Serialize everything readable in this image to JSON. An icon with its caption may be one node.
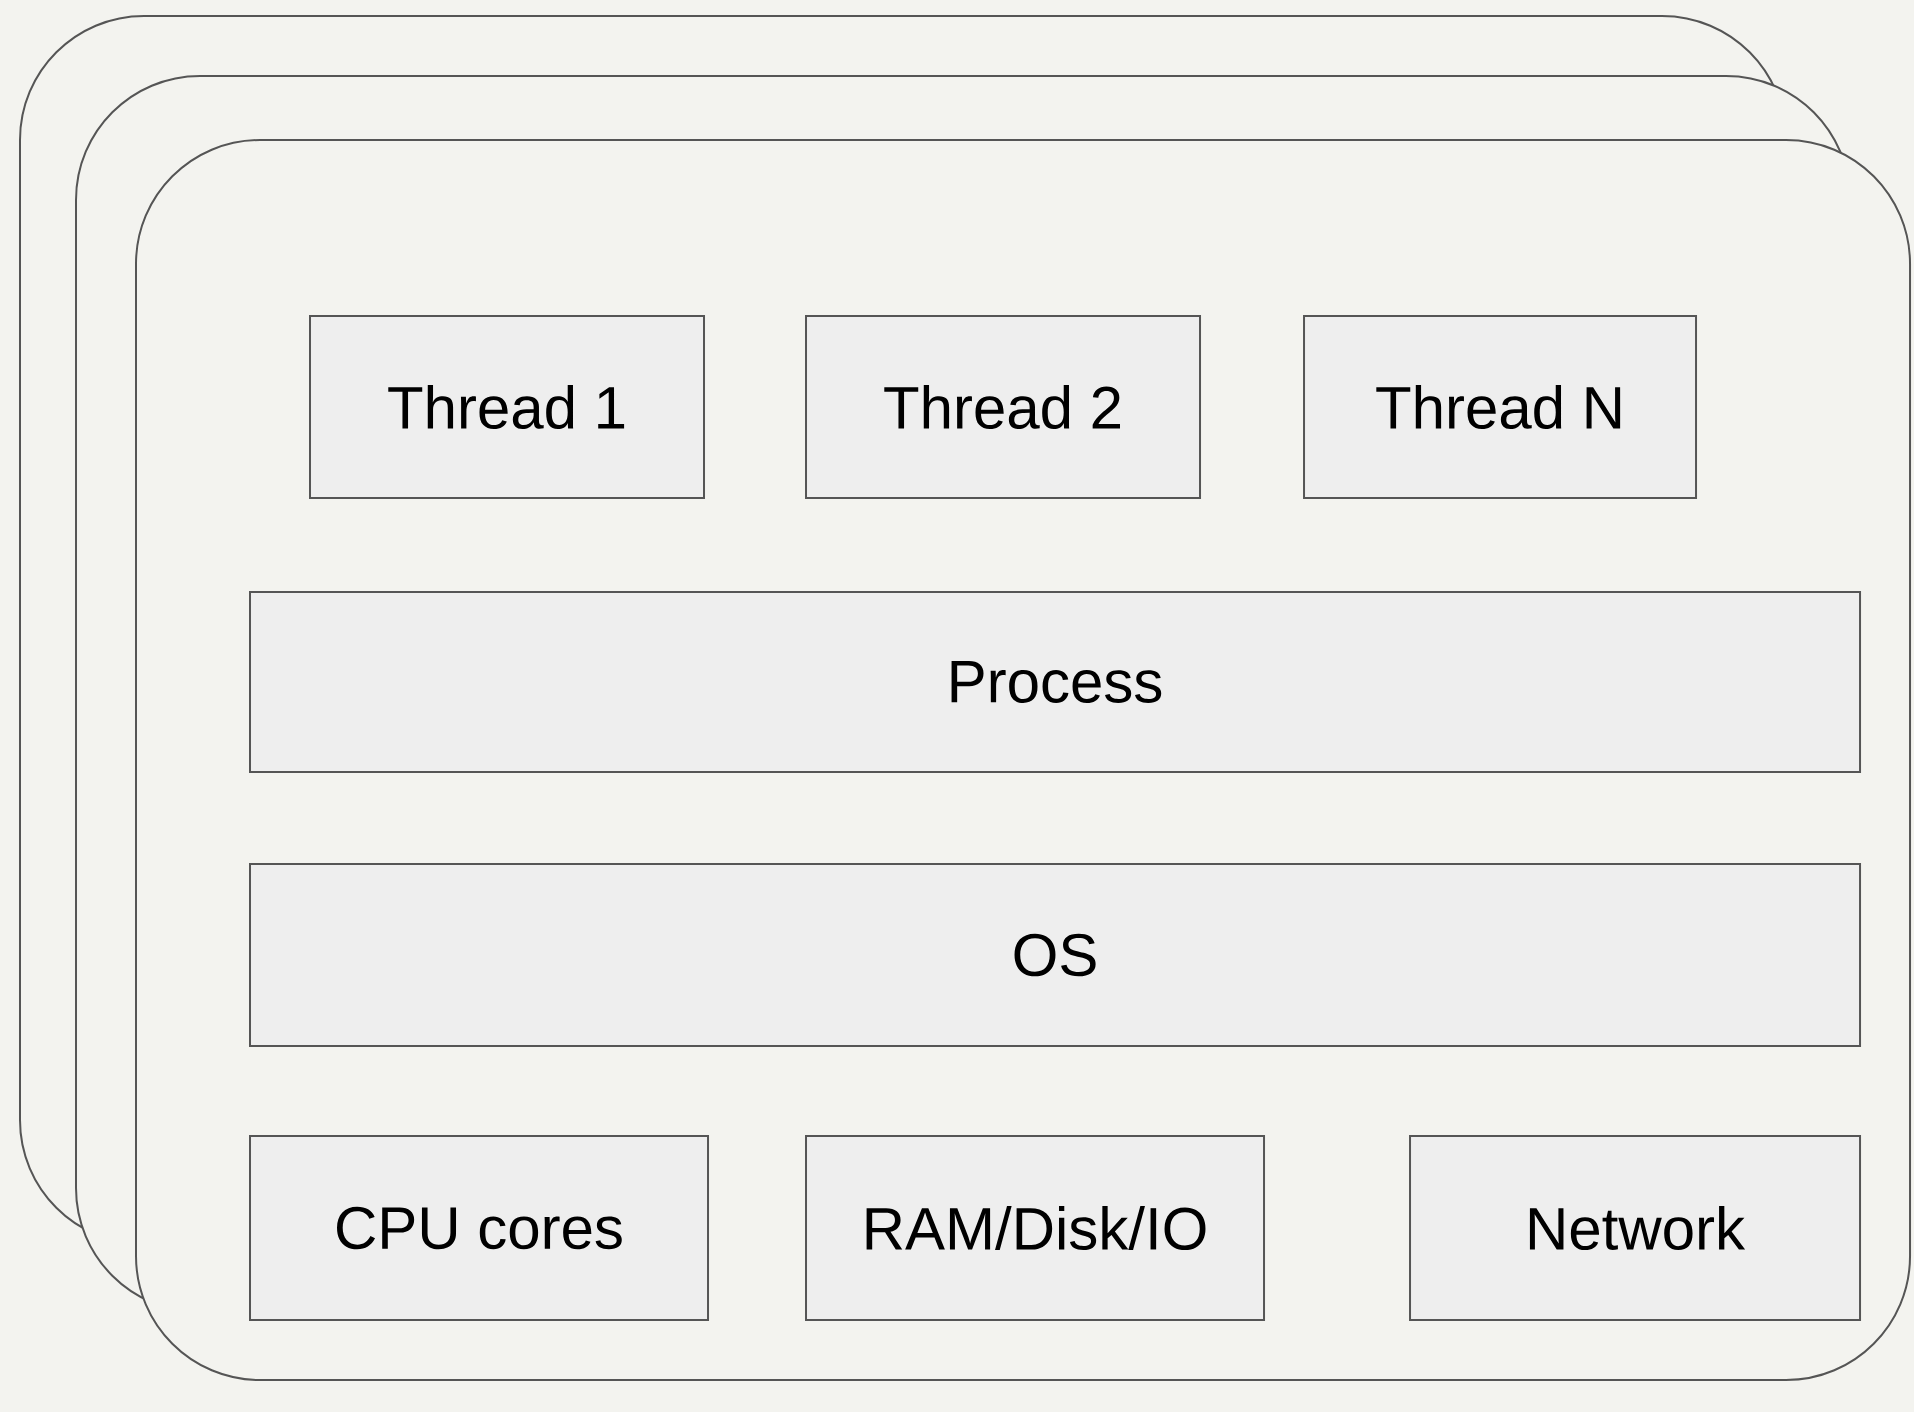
{
  "diagram": {
    "nodes": [
      {
        "text": [],
        "shape": "box"
      },
      {
        "text": [
          "Thread 1"
        ],
        "in": 0
      },
      {
        "text": [
          "Thread 2"
        ],
        "in": 0
      },
      {
        "text": [
          "Thread N"
        ],
        "in": 0
      },
      {
        "text": [
          "Process"
        ],
        "in": 0
      },
      {
        "text": [
          "OS"
        ],
        "in": 0
      },
      {
        "text": [
          "CPU cores"
        ],
        "in": 0
      },
      {
        "text": [
          "RAM/Disk/IO"
        ],
        "in": 0
      },
      {
        "text": [
          "Network"
        ],
        "in": 0
      }
    ]
  }
}
